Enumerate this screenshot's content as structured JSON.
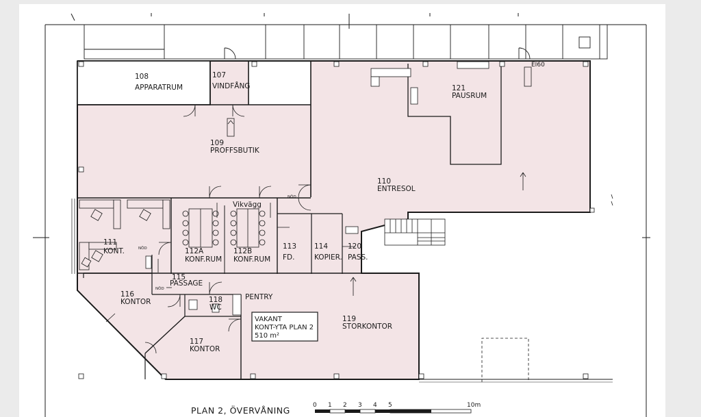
{
  "title": "PLAN 2,  ÖVERVÅNING",
  "rooms": [
    {
      "no": "108",
      "name": "APPARATRUM"
    },
    {
      "no": "107",
      "name": "VINDFÅNG"
    },
    {
      "no": "109",
      "name": "PROFFSBUTIK"
    },
    {
      "no": "121",
      "name": "PAUSRUM"
    },
    {
      "no": "110",
      "name": "ENTRESOL"
    },
    {
      "no": "111",
      "name": "KONT."
    },
    {
      "no": "112A",
      "name": "KONF.RUM"
    },
    {
      "no": "112B",
      "name": "KONF.RUM"
    },
    {
      "no": "113",
      "name": "FD."
    },
    {
      "no": "114",
      "name": "KOPIER."
    },
    {
      "no": "120",
      "name": "PASS."
    },
    {
      "no": "115",
      "name": "PASSAGE"
    },
    {
      "no": "116",
      "name": "KONTOR"
    },
    {
      "no": "118",
      "name": "WC"
    },
    {
      "no": "119",
      "name": "STORKONTOR"
    },
    {
      "no": "117",
      "name": "KONTOR"
    }
  ],
  "labels": {
    "pentry": "PENTRY",
    "vikvagg": "Vikvägg",
    "ei60": "EI60",
    "nod": "NÖD"
  },
  "vacant": {
    "line1": "VAKANT",
    "line2": "KONT-YTA PLAN 2",
    "line3": "510 m²"
  },
  "scale": {
    "ticks": [
      "0",
      "1",
      "2",
      "3",
      "4",
      "5",
      "10m"
    ]
  },
  "colors": {
    "floor": "#f3e4e6",
    "line": "#1a1a1a"
  }
}
